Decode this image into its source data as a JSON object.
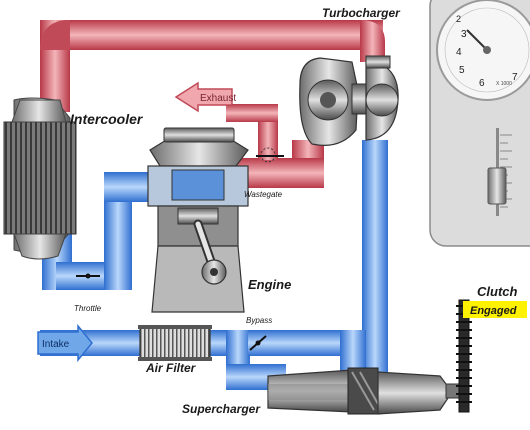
{
  "labels": {
    "turbocharger": "Turbocharger",
    "exhaust": "Exhaust",
    "intercooler": "Intercooler",
    "wastegate": "Wastegate",
    "engine": "Engine",
    "throttle": "Throttle",
    "intake": "Intake",
    "air_filter": "Air Filter",
    "bypass": "Bypass",
    "supercharger": "Supercharger",
    "clutch": "Clutch",
    "clutch_state": "Engaged"
  },
  "gauge": {
    "ticks": [
      "2",
      "3",
      "4",
      "5",
      "6",
      "7"
    ],
    "unit": "X 1000"
  },
  "colors": {
    "hot_pipe": "#d9606a",
    "cold_pipe": "#4a8fe0",
    "engaged_badge": "#fff200",
    "panel": "#dcdcdc"
  }
}
